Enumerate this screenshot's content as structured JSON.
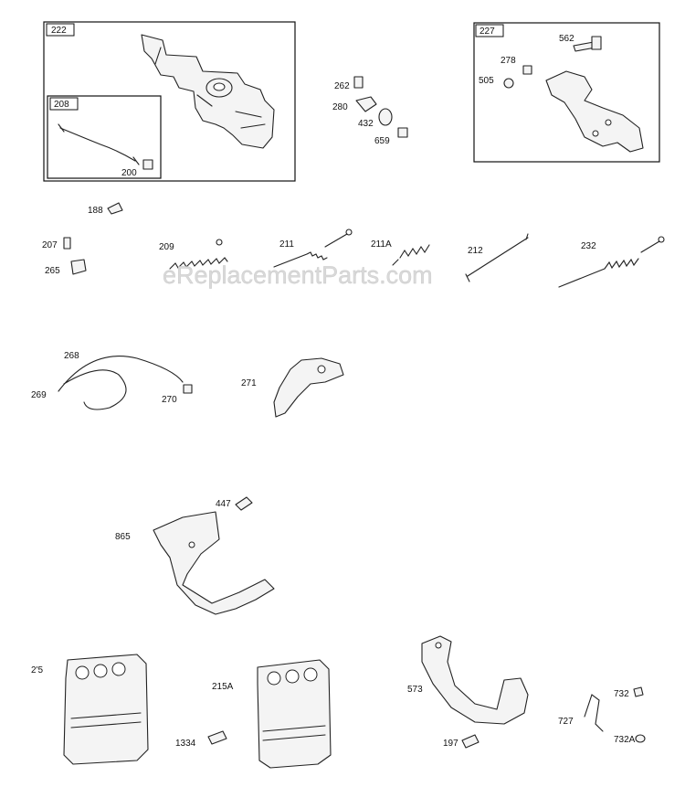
{
  "watermark": "eReplacementParts.com",
  "boxes": {
    "box_222": "222",
    "box_208": "208",
    "box_227": "227"
  },
  "labels": {
    "l_562": "562",
    "l_278": "278",
    "l_505": "505",
    "l_262": "262",
    "l_280": "280",
    "l_432": "432",
    "l_659": "659",
    "l_200": "200",
    "l_188": "188",
    "l_207": "207",
    "l_265": "265",
    "l_209": "209",
    "l_211": "211",
    "l_211a": "211A",
    "l_212": "212",
    "l_232": "232",
    "l_268": "268",
    "l_269": "269",
    "l_270": "270",
    "l_271": "271",
    "l_447": "447",
    "l_865": "865",
    "l_215": "2'5",
    "l_215a": "215A",
    "l_1334": "1334",
    "l_573": "573",
    "l_197": "197",
    "l_732": "732",
    "l_727": "727",
    "l_732a": "732A"
  }
}
